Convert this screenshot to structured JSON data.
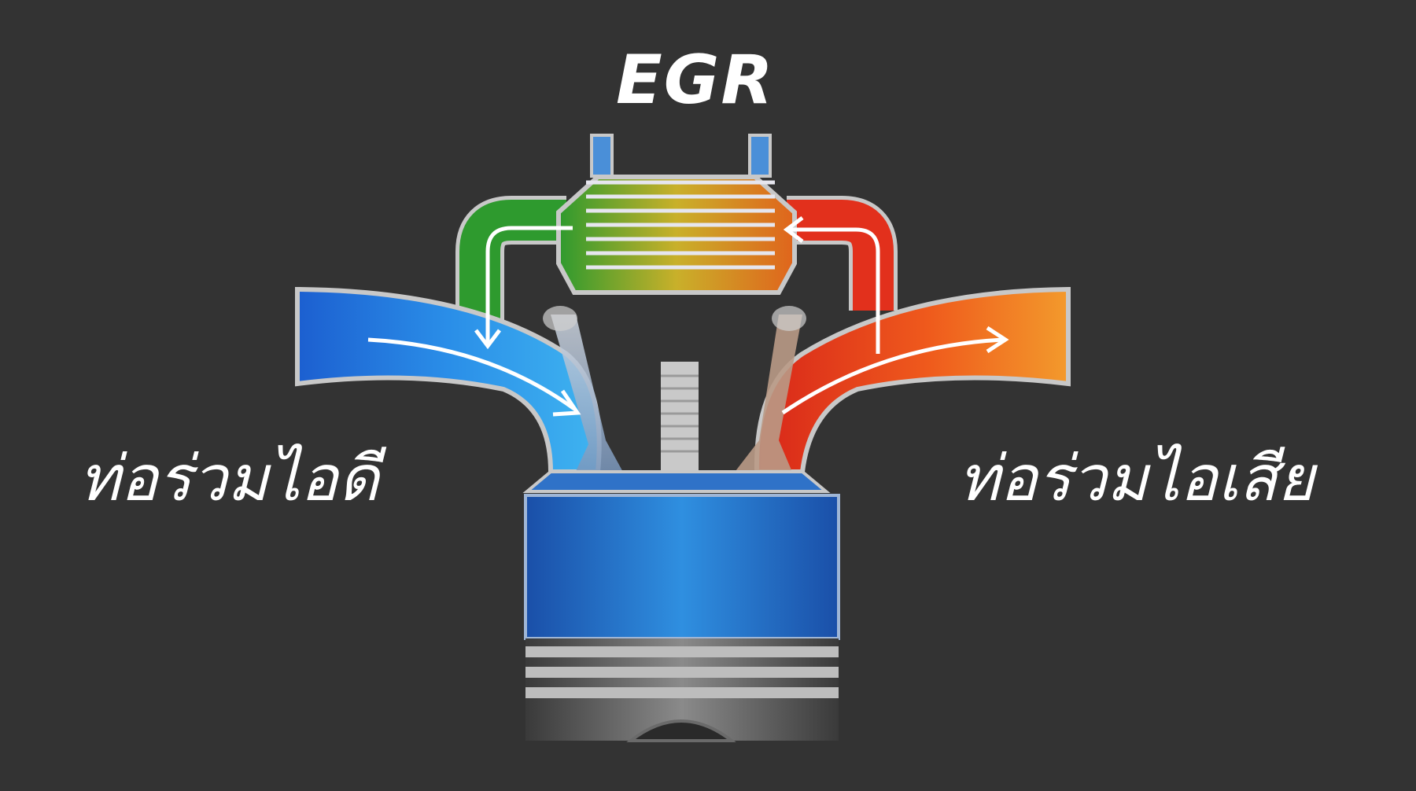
{
  "title": "EGR",
  "intake_label": "ท่อร่วมไอดี",
  "exhaust_label": "ท่อร่วมไอเสีย",
  "colors": {
    "background": "#333333",
    "intake": "#1e6fd9",
    "egr_cooler_inlet": "#2e9a2e",
    "exhaust": "#e8421c",
    "arrow": "#ffffff"
  },
  "icons": [
    "egr-cooler",
    "intake-valve",
    "exhaust-valve",
    "spark-plug",
    "piston",
    "flow-arrow"
  ]
}
